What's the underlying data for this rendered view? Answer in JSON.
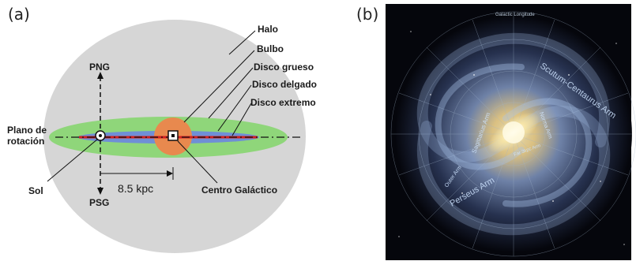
{
  "panel_a": {
    "tag": "(a)",
    "labels": {
      "halo": "Halo",
      "bulbo": "Bulbo",
      "disco_grueso": "Disco grueso",
      "disco_delgado": "Disco delgado",
      "disco_extremo": "Disco extremo",
      "png": "PNG",
      "psg": "PSG",
      "plano_1": "Plano de",
      "plano_2": "rotación",
      "sol": "Sol",
      "centro": "Centro Galáctico",
      "distance": "8.5 kpc"
    },
    "colors": {
      "halo": "#d6d6d6",
      "thick_disk": "#8fd67a",
      "thin_disk": "#6f8fd6",
      "extreme_disk": "#d42020",
      "bulge": "#e8894e"
    }
  },
  "panel_b": {
    "tag": "(b)",
    "arms": {
      "scutum": "Scutum-Centaurus Arm",
      "perseus": "Perseus Arm",
      "sagittarius": "Sagittarius Arm",
      "norma": "Norma Arm",
      "outer": "Outer Arm",
      "far3kpc": "Far 3kpc Arm"
    },
    "top_caption": "Galactic Longitude"
  }
}
